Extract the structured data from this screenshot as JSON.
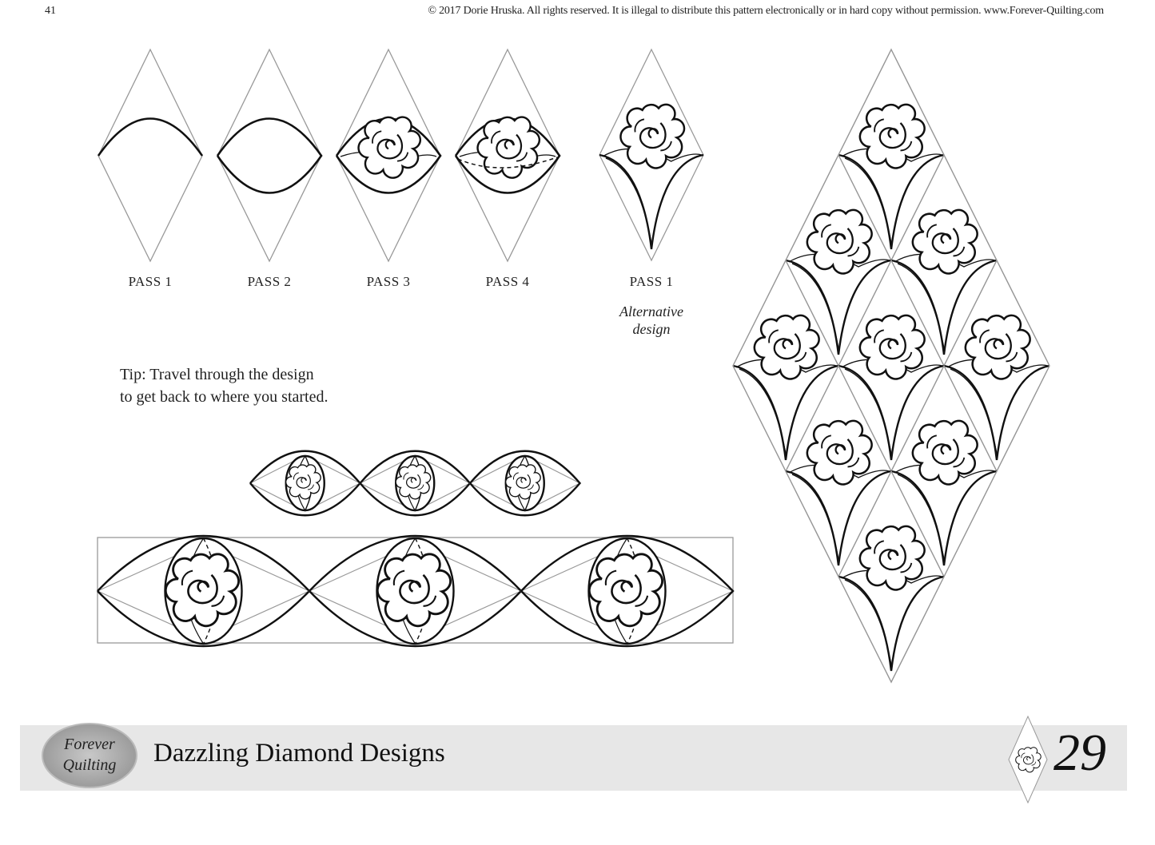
{
  "header": {
    "page_number": "41",
    "copyright": "© 2017 Dorie Hruska. All rights reserved. It is illegal to distribute this pattern electronically or in hard copy without permission.  www.Forever-Quilting.com"
  },
  "passes": [
    {
      "label": "PASS 1"
    },
    {
      "label": "PASS 2"
    },
    {
      "label": "PASS 3"
    },
    {
      "label": "PASS 4"
    },
    {
      "label": "PASS 1"
    }
  ],
  "alternative": {
    "line1": "Alternative",
    "line2": "design"
  },
  "tip": {
    "line1": "Tip: Travel through the design",
    "line2": "to get back to where you started."
  },
  "footer": {
    "title": "Dazzling Diamond Designs",
    "page_number": "29",
    "logo_line1": "Forever",
    "logo_line2": "Quilting"
  }
}
